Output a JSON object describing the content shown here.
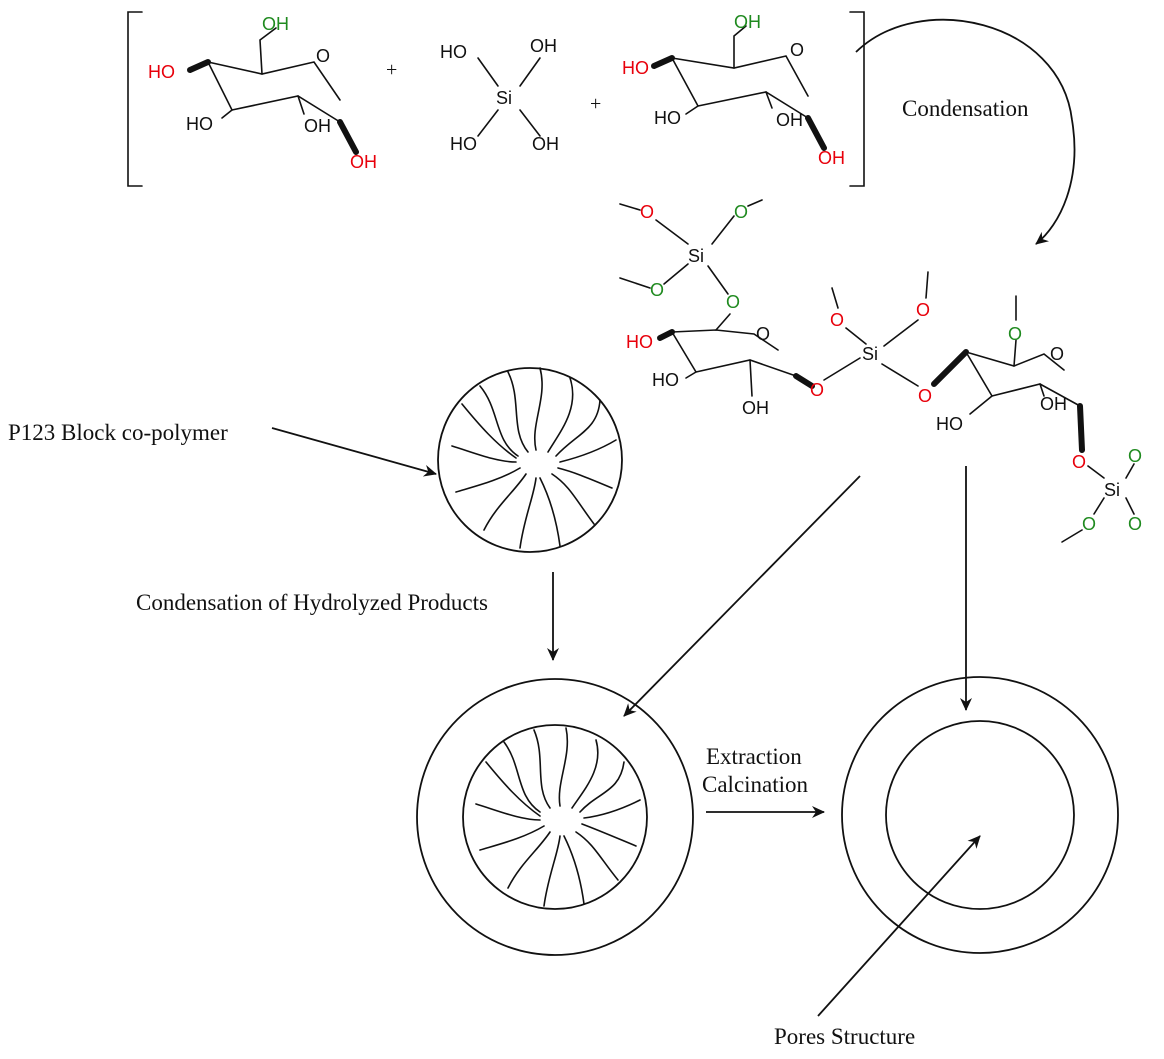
{
  "labels": {
    "condensation": "Condensation",
    "p123": "P123 Block co-polymer",
    "condensation_hydrolyzed": "Condensation of Hydrolyzed Products",
    "extraction": "Extraction",
    "calcination": "Calcination",
    "pores": "Pores Structure"
  },
  "atoms": {
    "oh": "OH",
    "ho": "HO",
    "si": "Si",
    "o": "O",
    "plus": "+"
  },
  "colors": {
    "black": "#111111",
    "red": "#e8000b",
    "green": "#1f8a1f"
  }
}
